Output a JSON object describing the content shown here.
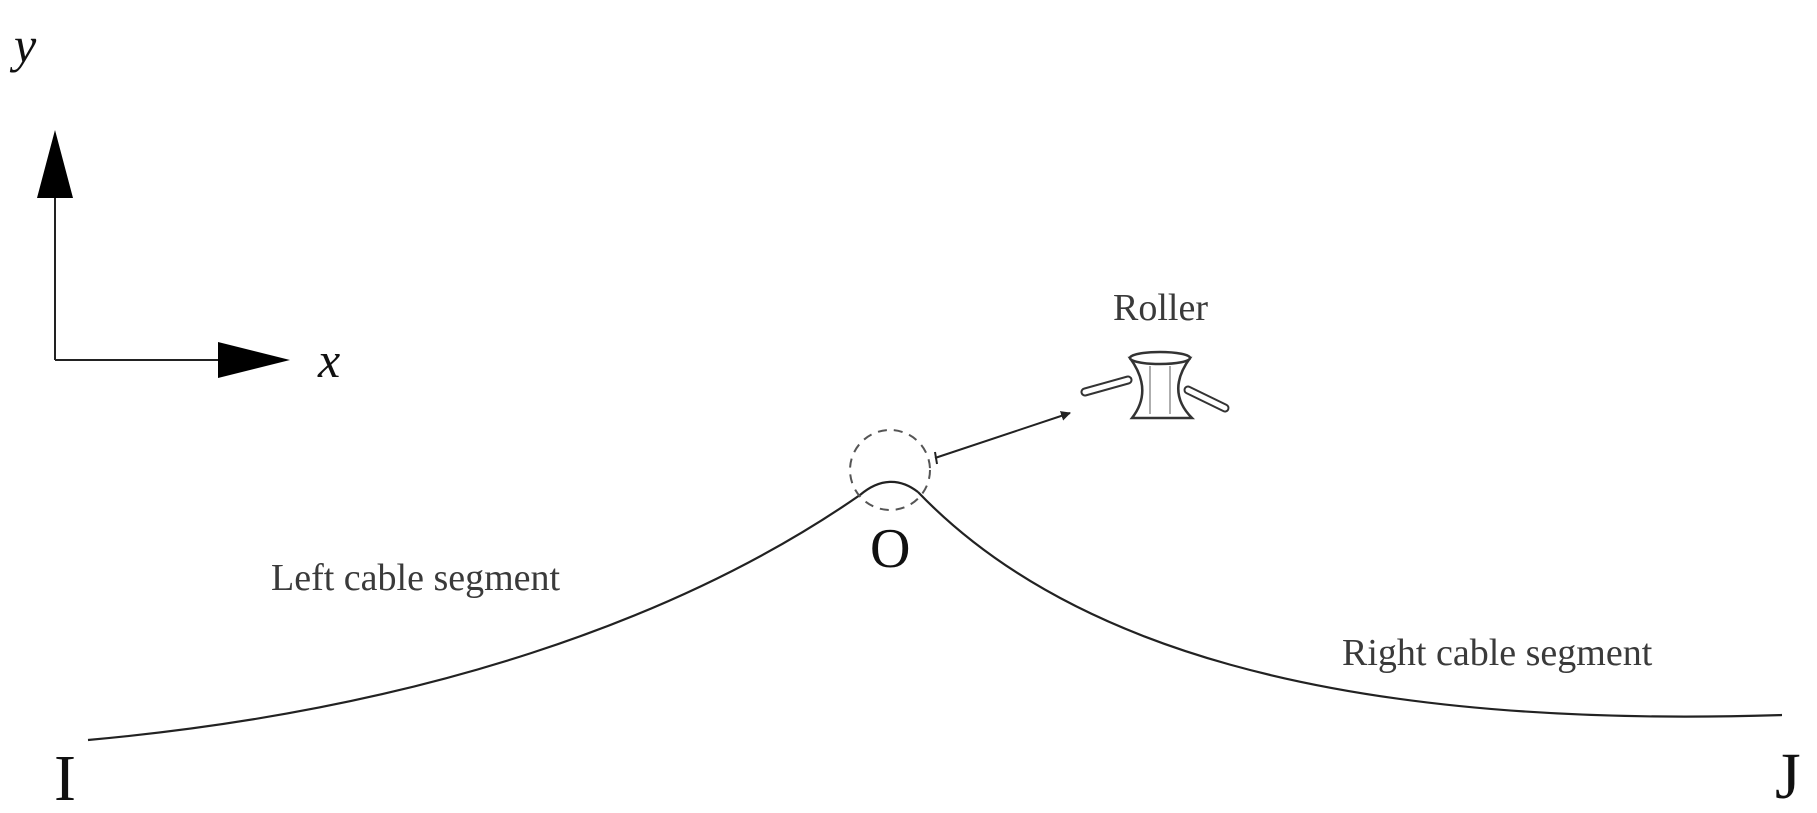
{
  "axes": {
    "y_label": "y",
    "x_label": "x"
  },
  "labels": {
    "roller": "Roller",
    "left_segment": "Left cable segment",
    "right_segment": "Right cable segment"
  },
  "points": {
    "left_end": "I",
    "apex": "O",
    "right_end": "J"
  },
  "colors": {
    "line": "#222222",
    "text": "#3a3a3a"
  },
  "icons": {
    "roller": "roller-icon"
  }
}
